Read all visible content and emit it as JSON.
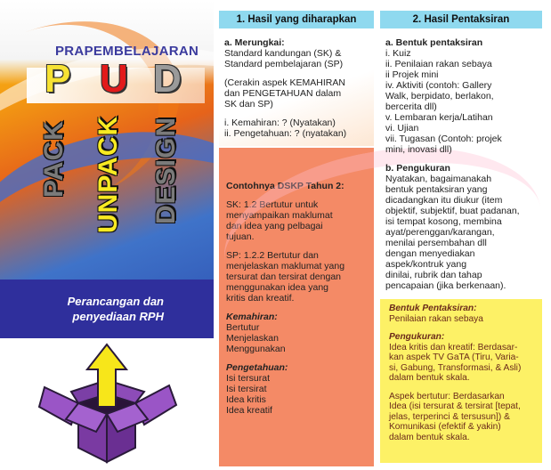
{
  "poster": {
    "header": "PRAPEMBELAJARAN",
    "letters": [
      "P",
      "U",
      "D"
    ],
    "words": [
      "PACK",
      "UNPACK",
      "DESIGN"
    ],
    "footer_line1": "Perancangan dan",
    "footer_line2": "penyediaan RPH"
  },
  "col1": {
    "title": "1. Hasil yang diharapkan",
    "merungkai": {
      "heading": "a. Merungkai:",
      "lines": [
        "Standard kandungan (SK) &",
        "Standard pembelajaran (SP)"
      ],
      "note": [
        "(Cerakin aspek KEMAHIRAN",
        "dan PENGETAHUAN dalam",
        "SK dan SP)"
      ],
      "items": [
        "i. Kemahiran: ? (Nyatakan)",
        "ii. Pengetahuan: ? (nyatakan)"
      ]
    },
    "dskp": {
      "heading": "Contohnya DSKP Tahun 2:",
      "sk": [
        "SK: 1.2 Bertutur untuk",
        "menyampaikan maklumat",
        "dan idea yang pelbagai",
        "tujuan."
      ],
      "sp": [
        "SP: 1.2.2 Bertutur dan",
        "menjelaskan maklumat yang",
        "tersurat dan tersirat dengan",
        "menggunakan idea yang",
        "kritis dan kreatif."
      ],
      "kemahiran_label": "Kemahiran:",
      "kemahiran": [
        "Bertutur",
        "Menjelaskan",
        "Menggunakan"
      ],
      "pengetahuan_label": "Pengetahuan:",
      "pengetahuan": [
        "Isi tersurat",
        "Isi tersirat",
        "Idea kritis",
        "Idea kreatif"
      ]
    }
  },
  "col2": {
    "title": "2. Hasil Pentaksiran",
    "bentuk": {
      "heading": "a. Bentuk pentaksiran",
      "items": [
        "i. Kuiz",
        "ii. Penilaian rakan sebaya",
        "ii Projek mini",
        "iv. Aktiviti (contoh: Gallery",
        "Walk, berpidato, berlakon,",
        "bercerita dll)",
        "v. Lembaran kerja/Latihan",
        "vi. Ujian",
        "vii. Tugasan (Contoh: projek",
        "mini, inovasi dll)"
      ]
    },
    "pengukuran": {
      "heading": "b. Pengukuran",
      "lines": [
        "Nyatakan, bagaimanakah",
        "bentuk pentaksiran yang",
        "dicadangkan itu diukur (item",
        "objektif, subjektif, buat padanan,",
        "isi tempat kosong, membina",
        "ayat/perenggan/karangan,",
        "menilai persembahan dll",
        "dengan menyediakan",
        "aspek/kontruk yang",
        "dinilai, rubrik dan tahap",
        "pencapaian (jika berkenaan)."
      ]
    },
    "example": {
      "bentuk_label": "Bentuk Pentaksiran:",
      "bentuk_value": "Penilaian rakan sebaya",
      "pengukuran_label": "Pengukuran:",
      "pengukuran_lines": [
        "Idea kritis dan kreatif: Berdasar-",
        "kan aspek TV GaTA (Tiru, Varia-",
        "si, Gabung, Transformasi, & Asli)",
        "dalam bentuk skala."
      ],
      "aspek_lines": [
        "Aspek bertutur: Berdasarkan",
        "Idea (isi tersurat & tersirat [tepat,",
        "jelas, terperinci & tersusun]) &",
        "Komunikasi (efektif & yakin)",
        "dalam bentuk skala."
      ]
    }
  }
}
